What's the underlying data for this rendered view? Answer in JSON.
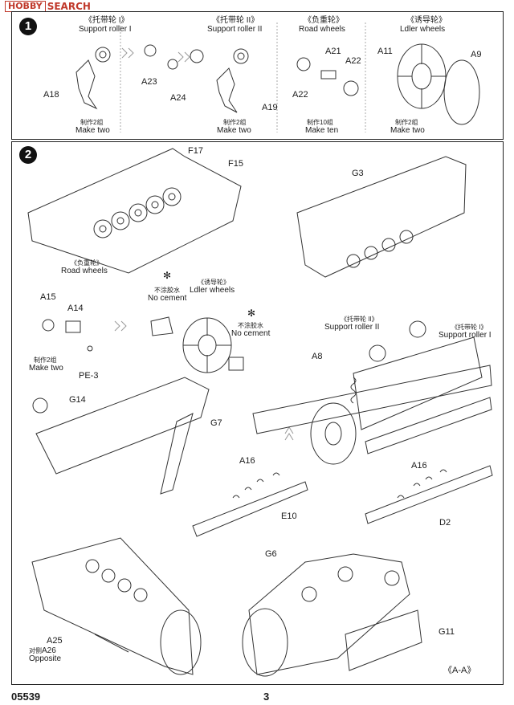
{
  "watermark": {
    "brand": "HOBBY",
    "text": "SEARCH"
  },
  "step1": {
    "number": "1",
    "support_roller_1": {
      "cn": "《托带轮 I》",
      "en": "Support roller I",
      "parts": [
        "A18",
        "A23",
        "A24"
      ],
      "qty_cn": "制作2组",
      "qty_en": "Make two"
    },
    "support_roller_2": {
      "cn": "《托带轮 II》",
      "en": "Support roller II",
      "parts": [
        "A19"
      ],
      "qty_cn": "制作2组",
      "qty_en": "Make two"
    },
    "road_wheels": {
      "cn": "《负重轮》",
      "en": "Road wheels",
      "parts": [
        "A21",
        "A22",
        "A22"
      ],
      "qty_cn": "制作10组",
      "qty_en": "Make ten"
    },
    "idler_wheels": {
      "cn": "《诱导轮》",
      "en": "Ldler wheels",
      "parts": [
        "A11",
        "A9"
      ],
      "qty_cn": "制作2组",
      "qty_en": "Make two"
    }
  },
  "step2": {
    "number": "2",
    "parts": {
      "f17": "F17",
      "f15": "F15",
      "g3": "G3",
      "a15": "A15",
      "a14": "A14",
      "pe3": "PE-3",
      "g14": "G14",
      "g7": "G7",
      "a8": "A8",
      "a16_left": "A16",
      "a16_right": "A16",
      "e10": "E10",
      "d2": "D2",
      "g6": "G6",
      "a25": "A25",
      "a26": "A26",
      "g11": "G11"
    },
    "road_wheels_cn": "《负重轮》",
    "road_wheels_en": "Road wheels",
    "no_cement_cn_1": "不涂胶水",
    "no_cement_en_1": "No cement",
    "no_cement_cn_2": "不涂胶水",
    "no_cement_en_2": "No cement",
    "idler_cn": "《诱导轮》",
    "idler_en": "Ldler wheels",
    "make_two_cn": "制作2组",
    "make_two_en": "Make two",
    "roller2_cn": "《托带轮 II》",
    "roller2_en": "Support roller II",
    "roller1_cn": "《托带轮 I》",
    "roller1_en": "Support roller I",
    "opposite_cn": "对侧",
    "opposite_en": "Opposite",
    "section": "《A-A》"
  },
  "footer": {
    "code": "05539",
    "page": "3"
  }
}
